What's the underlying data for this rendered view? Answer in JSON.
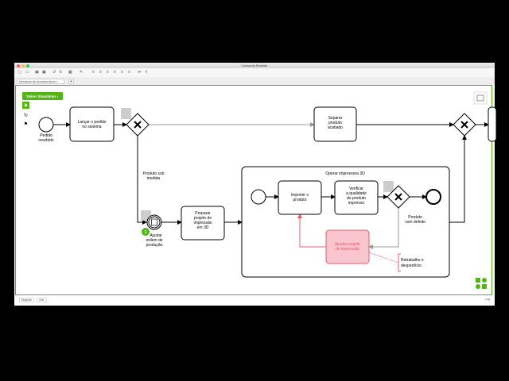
{
  "window": {
    "title": "Camunda Modeler"
  },
  "toolbar": {
    "icons": [
      "new-file",
      "open",
      "save",
      "save-as",
      "undo",
      "redo",
      "image",
      "color",
      "align-left",
      "align-center",
      "align-right",
      "align-top",
      "align-middle",
      "align-bottom",
      "distribute-h",
      "distribute-v"
    ]
  },
  "tabs": [
    {
      "label": "simulacao-de-processo.bpmn ×"
    }
  ],
  "add_tab": "+",
  "token_sim": {
    "label": "Token Simulation ◐"
  },
  "colors": {
    "accent": "#52b415",
    "error_fill": "#f8c6cc",
    "error_stroke": "#e05c6e"
  },
  "diagram": {
    "start_label": [
      "Pedido",
      "recebido"
    ],
    "task_lancar": [
      "Lançar o pedido",
      "no sistema"
    ],
    "task_separar": [
      "Separar",
      "produto",
      "acabado"
    ],
    "flow_sob_medida": [
      "Produto sob",
      "medida"
    ],
    "event_ajustar_ordem": [
      "Ajustar",
      "ordem de",
      "produção"
    ],
    "token_count": "1",
    "task_preparar": [
      "Preparar",
      "projeto de",
      "impressão",
      "em 3D"
    ],
    "subprocess_title": "Operar impressora 3D",
    "task_imprimir": [
      "Imprimir o",
      "produto"
    ],
    "task_verificar": [
      "Verificar",
      "a qualidade",
      "do produto",
      "impresso"
    ],
    "flow_defeito": [
      "Produto",
      "com defeito"
    ],
    "task_ajustar_projeto": [
      "Ajustar projeto",
      "de impressão"
    ],
    "annotation": [
      "Retrabalho e",
      "desperdício"
    ]
  },
  "footer": {
    "diagram_tab": "Diagram",
    "xml_tab": "XML",
    "log": "Log"
  }
}
